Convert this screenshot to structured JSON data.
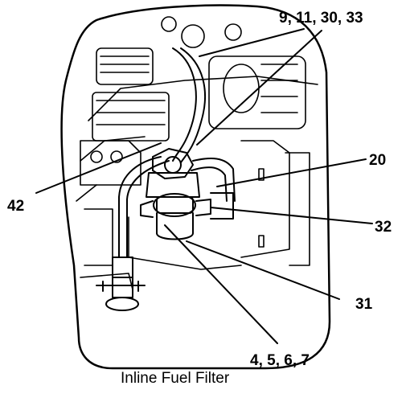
{
  "figure": {
    "callouts": {
      "c_9_11_30_33": "9, 11, 30, 33",
      "c_20": "20",
      "c_32": "32",
      "c_31": "31",
      "c_42": "42",
      "c_4_5_6_7": "4, 5, 6, 7"
    },
    "caption": "Inline Fuel Filter"
  }
}
